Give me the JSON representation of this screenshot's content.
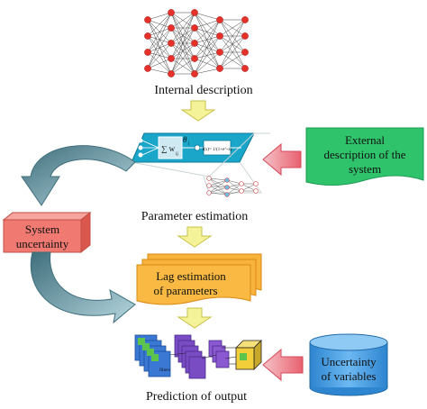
{
  "internal_description": {
    "label": "Internal description"
  },
  "parameter_estimation": {
    "label": "Parameter estimation",
    "sum_text": "∑ w",
    "sum_subscript": "ij",
    "theta_text": "θ",
    "theta_subscript": "j",
    "func_text": "f(x)= 1/(1+e^-x)"
  },
  "external_description": {
    "line1": "External",
    "line2": "description of the",
    "line3": "system"
  },
  "system_uncertainty": {
    "line1": "System",
    "line2": "uncertainty"
  },
  "lag_estimation": {
    "line1": "Lag estimation",
    "line2": "of parameters"
  },
  "uncertainty_variables": {
    "line1": "Uncertainty",
    "line2": "of variables"
  },
  "prediction": {
    "label": "Prediction of output",
    "filter_label": "filters"
  },
  "colors": {
    "node_red": "#e8302a",
    "arrow_yellow": "#f4f39a",
    "arrow_yellow_stroke": "#c8c24a",
    "external_green": "#2fc46c",
    "system_box": "#f07a72",
    "lag_orange": "#f8b33c",
    "cylinder_blue": "#4aa0e6",
    "pink_arrow": "#f29aa4",
    "teal_arrow": "#79a9b6",
    "param_panel": "#1aa6c9"
  }
}
